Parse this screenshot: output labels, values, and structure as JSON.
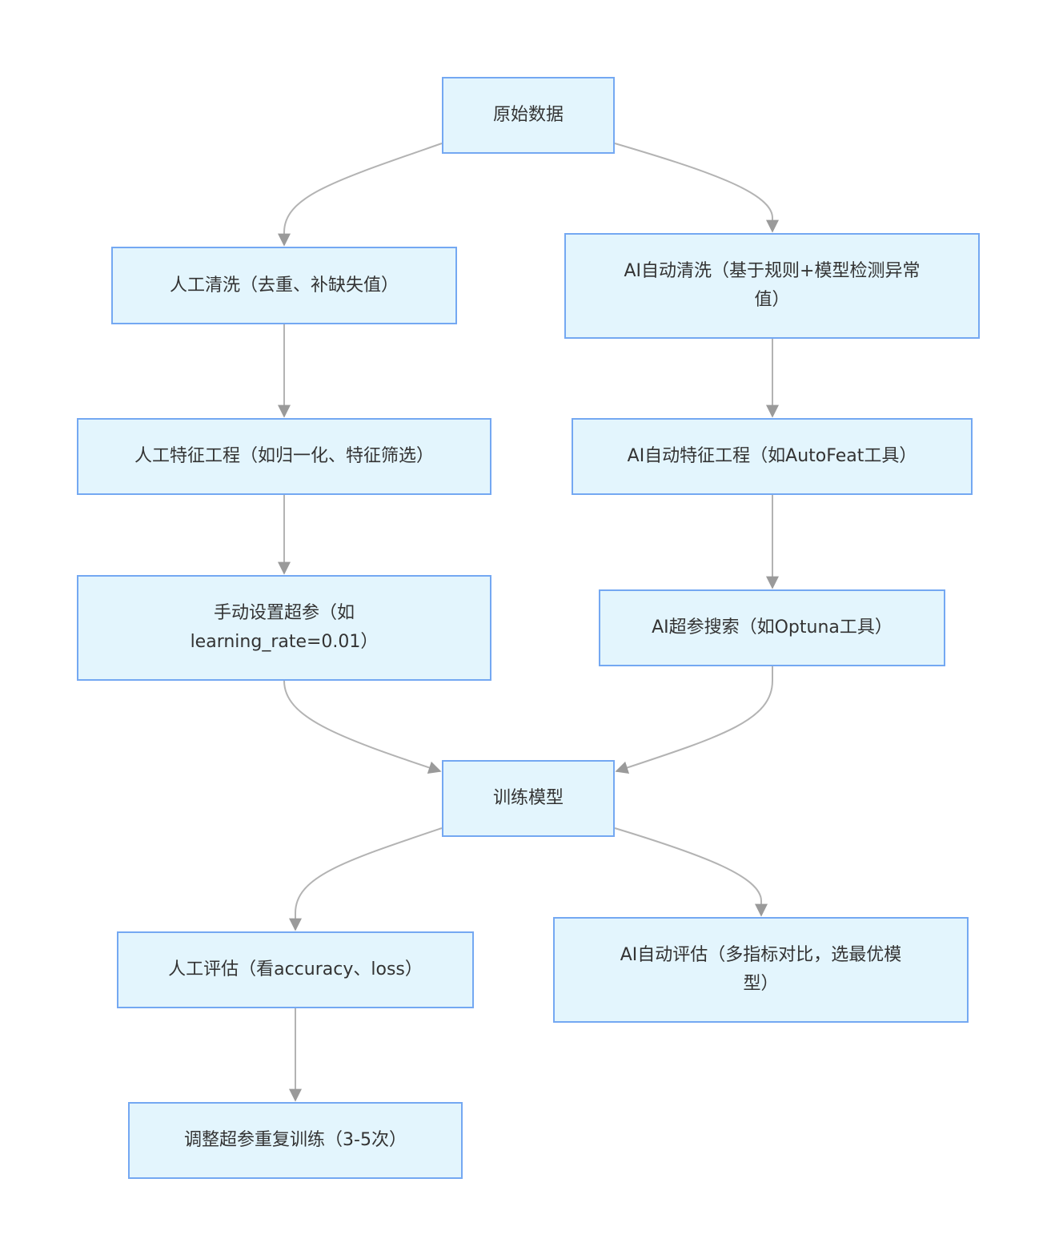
{
  "diagram": {
    "nodes": {
      "raw": "原始数据",
      "manual_clean": "人工清洗（去重、补缺失值）",
      "ai_clean": "AI自动清洗（基于规则+模型检测异常\n值）",
      "manual_feature": "人工特征工程（如归一化、特征筛选）",
      "ai_feature": "AI自动特征工程（如AutoFeat工具）",
      "manual_hparam": "手动设置超参（如\nlearning_rate=0.01）",
      "ai_hparam": "AI超参搜索（如Optuna工具）",
      "train": "训练模型",
      "manual_eval": "人工评估（看accuracy、loss）",
      "ai_eval": "AI自动评估（多指标对比，选最优模\n型）",
      "retrain": "调整超参重复训练（3-5次）"
    },
    "edges": [
      {
        "from": "raw",
        "to": "manual_clean"
      },
      {
        "from": "raw",
        "to": "ai_clean"
      },
      {
        "from": "manual_clean",
        "to": "manual_feature"
      },
      {
        "from": "manual_feature",
        "to": "manual_hparam"
      },
      {
        "from": "ai_clean",
        "to": "ai_feature"
      },
      {
        "from": "ai_feature",
        "to": "ai_hparam"
      },
      {
        "from": "manual_hparam",
        "to": "train"
      },
      {
        "from": "ai_hparam",
        "to": "train"
      },
      {
        "from": "train",
        "to": "manual_eval"
      },
      {
        "from": "train",
        "to": "ai_eval"
      },
      {
        "from": "manual_eval",
        "to": "retrain"
      }
    ],
    "colors": {
      "node_fill": "#e3f5fd",
      "node_border": "#74a8f2",
      "edge": "#b3b3b3",
      "arrow": "#9a9a9a",
      "text": "#333333"
    }
  }
}
